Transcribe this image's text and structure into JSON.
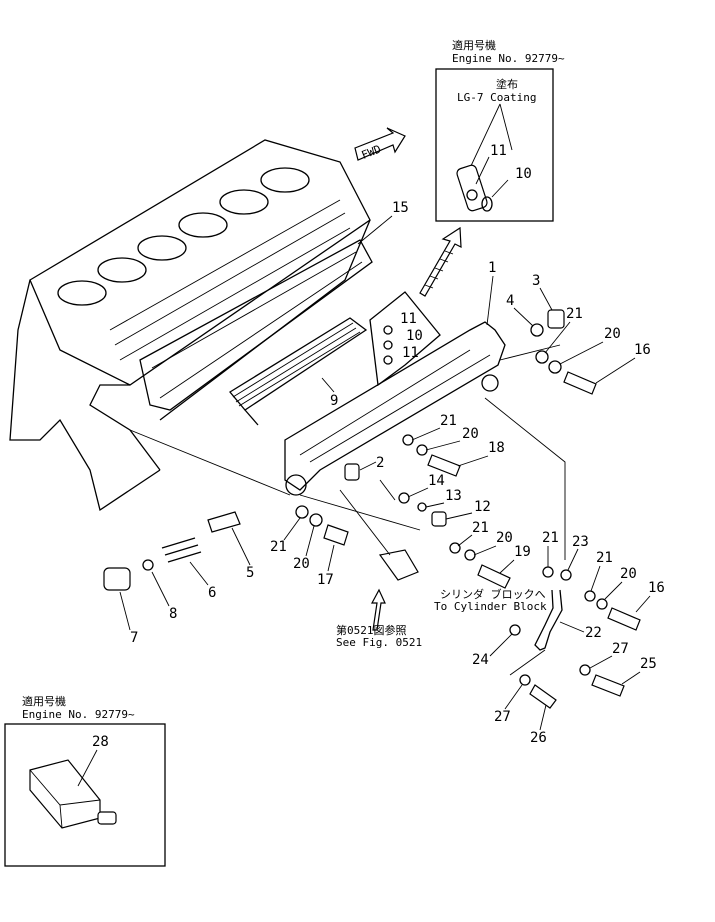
{
  "insets": {
    "top": {
      "applicability_jp": "適用号機",
      "engine_no": "Engine No. 92779~",
      "coating_jp": "塗布",
      "coating": "LG-7 Coating",
      "parts": [
        "11",
        "10"
      ]
    },
    "bottom": {
      "applicability_jp": "適用号機",
      "engine_no": "Engine No. 92779~",
      "parts": [
        "28"
      ]
    }
  },
  "fwd_label": "FWD",
  "notes": {
    "cylinder_block_jp": "シリンダ ブロックへ",
    "cylinder_block": "To Cylinder Block",
    "see_fig_jp": "第0521図参照",
    "see_fig": "See Fig. 0521"
  },
  "callouts": {
    "c1": "1",
    "c3": "3",
    "c4": "4",
    "c21a": "21",
    "c20a": "20",
    "c16a": "16",
    "c15": "15",
    "c11a": "11",
    "c10": "10",
    "c11b": "11",
    "c9": "9",
    "c21b": "21",
    "c20b": "20",
    "c2": "2",
    "c18": "18",
    "c14": "14",
    "c13": "13",
    "c12": "12",
    "c21c": "21",
    "c20c": "20",
    "c19": "19",
    "c21d": "21",
    "c23": "23",
    "c21e": "21",
    "c20d": "20",
    "c16b": "16",
    "c22": "22",
    "c24": "24",
    "c27a": "27",
    "c25": "25",
    "c27b": "27",
    "c26": "26",
    "c21f": "21",
    "c20e": "20",
    "c17": "17",
    "c5": "5",
    "c6": "6",
    "c8": "8",
    "c7": "7"
  }
}
